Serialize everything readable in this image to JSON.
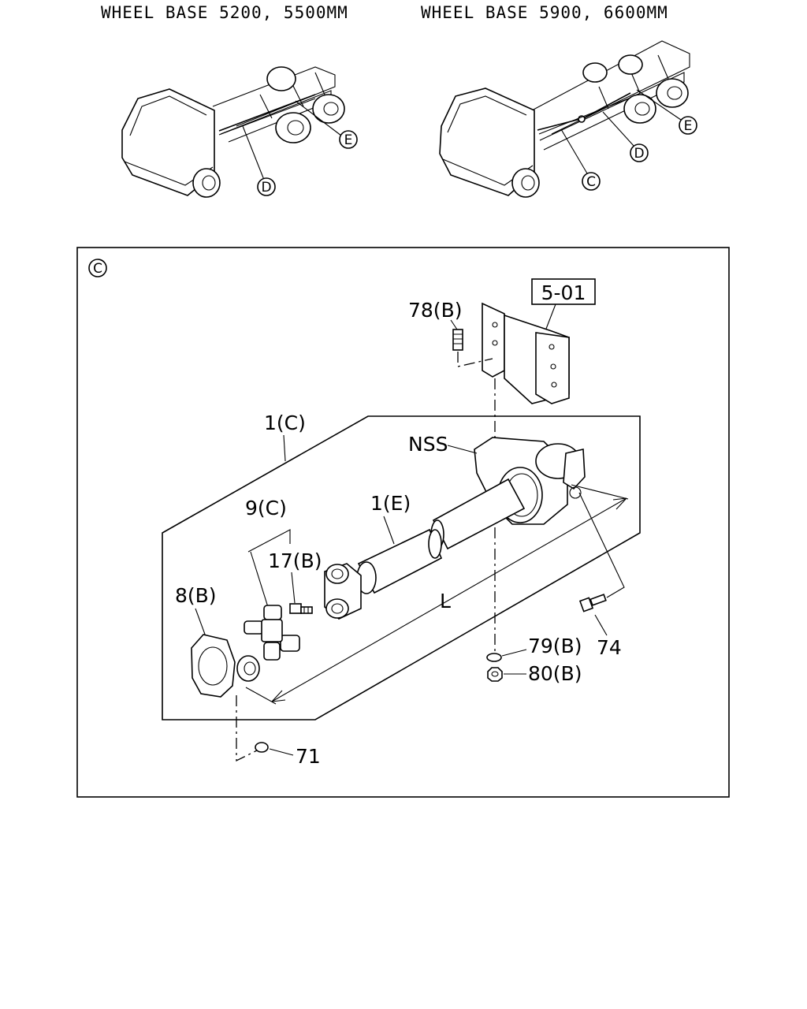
{
  "headers": {
    "left": "WHEEL BASE 5200, 5500MM",
    "right": "WHEEL BASE 5900, 6600MM"
  },
  "views": {
    "left": {
      "callouts": [
        "D",
        "E"
      ]
    },
    "right": {
      "callouts": [
        "C",
        "D",
        "E"
      ]
    }
  },
  "detail": {
    "view_label": "C",
    "ref_box": "5-01",
    "parts": {
      "p78": "78(B)",
      "p1c": "1(C)",
      "pnss": "NSS",
      "p9c": "9(C)",
      "p1e": "1(E)",
      "p17b": "17(B)",
      "p8b": "8(B)",
      "p79b": "79(B)",
      "p80b": "80(B)",
      "p74": "74",
      "p71": "71",
      "len": "L"
    }
  }
}
